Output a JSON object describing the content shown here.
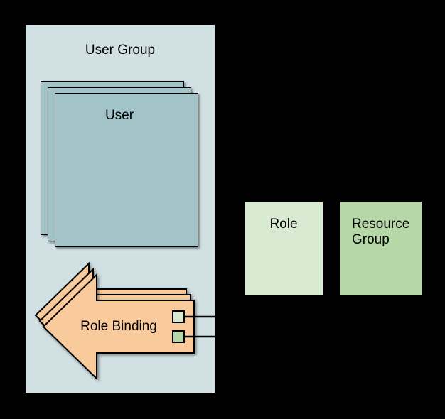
{
  "diagram": {
    "background": "#000000",
    "user_group": {
      "label": "User Group",
      "fill": "#d0e0e3"
    },
    "user_stack": {
      "label": "User",
      "fill": "#a2c4c9",
      "stack_count": 3
    },
    "role_binding": {
      "label": "Role Binding",
      "fill": "#f9cb9c",
      "stack_count": 3,
      "role_chip_fill": "#d9ead3",
      "resource_chip_fill": "#b6d7a8",
      "connector_color": "#000000"
    },
    "role_box": {
      "label": "Role",
      "fill": "#d9ead3"
    },
    "resource_group_box": {
      "label": "Resource Group",
      "fill": "#b6d7a8"
    }
  }
}
